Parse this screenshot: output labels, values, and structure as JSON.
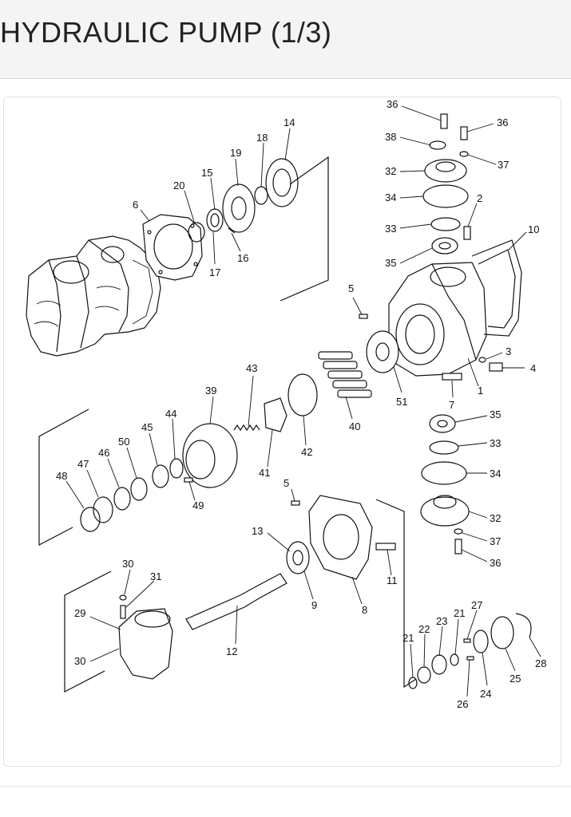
{
  "page": {
    "title": "HYDRAULIC PUMP (1/3)"
  },
  "diagram": {
    "part_numbers": [
      "1",
      "2",
      "3",
      "4",
      "5",
      "5",
      "6",
      "7",
      "8",
      "9",
      "10",
      "11",
      "12",
      "13",
      "14",
      "15",
      "16",
      "17",
      "18",
      "19",
      "20",
      "21",
      "21",
      "22",
      "23",
      "24",
      "25",
      "26",
      "27",
      "28",
      "29",
      "30",
      "30",
      "31",
      "32",
      "32",
      "33",
      "33",
      "34",
      "34",
      "35",
      "35",
      "36",
      "36",
      "36",
      "37",
      "37",
      "38",
      "39",
      "40",
      "41",
      "42",
      "43",
      "44",
      "45",
      "46",
      "47",
      "48",
      "49",
      "50",
      "51"
    ]
  }
}
